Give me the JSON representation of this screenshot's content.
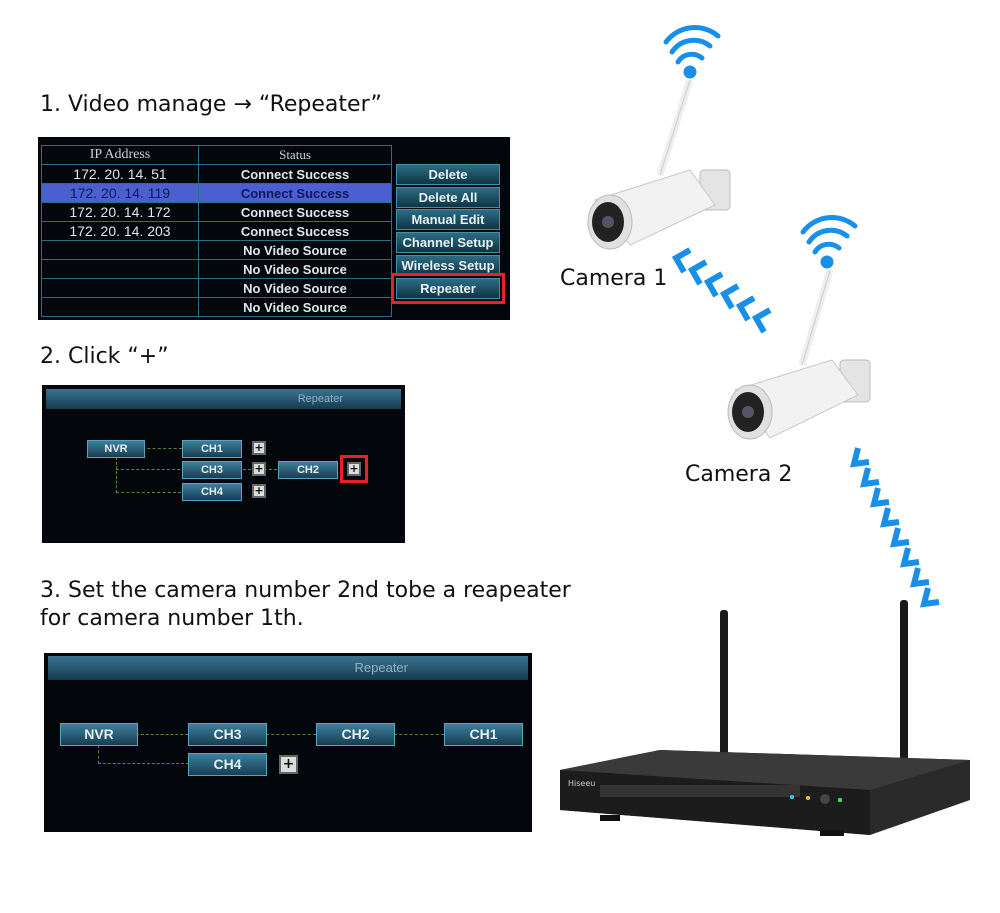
{
  "steps": {
    "step1": "1. Video manage → “Repeater”",
    "step2": "2. Click “+”",
    "step3_line1": "3. Set the camera number 2nd tobe a reapeater",
    "step3_line2": "for camera number 1th."
  },
  "table": {
    "headers": [
      "IP Address",
      "Status"
    ],
    "rows": [
      {
        "ip": "172. 20. 14. 51",
        "status": "Connect Success"
      },
      {
        "ip": "172. 20. 14. 119",
        "status": "Connect Success"
      },
      {
        "ip": "172. 20. 14. 172",
        "status": "Connect Success"
      },
      {
        "ip": "172. 20. 14. 203",
        "status": "Connect Success"
      },
      {
        "ip": "",
        "status": "No Video Source"
      },
      {
        "ip": "",
        "status": "No Video Source"
      },
      {
        "ip": "",
        "status": "No Video Source"
      },
      {
        "ip": "",
        "status": "No Video Source"
      }
    ],
    "selected_row": 1,
    "buttons": [
      "Delete",
      "Delete All",
      "Manual Edit",
      "Channel Setup",
      "Wireless Setup",
      "Repeater"
    ],
    "highlighted_button": "Repeater"
  },
  "panel2": {
    "title": "Repeater",
    "nodes": {
      "nvr": "NVR",
      "ch1": "CH1",
      "ch3": "CH3",
      "ch2": "CH2",
      "ch4": "CH4"
    },
    "plus": "+"
  },
  "panel3": {
    "title": "Repeater",
    "nodes": {
      "nvr": "NVR",
      "ch3": "CH3",
      "ch2": "CH2",
      "ch1": "CH1",
      "ch4": "CH4"
    },
    "plus": "+"
  },
  "cameras": {
    "camera1": "Camera 1",
    "camera2": "Camera 2"
  },
  "colors": {
    "highlight": "#e8202a",
    "signal": "#1a8fe8",
    "selected_row": "#4c5fd0"
  }
}
